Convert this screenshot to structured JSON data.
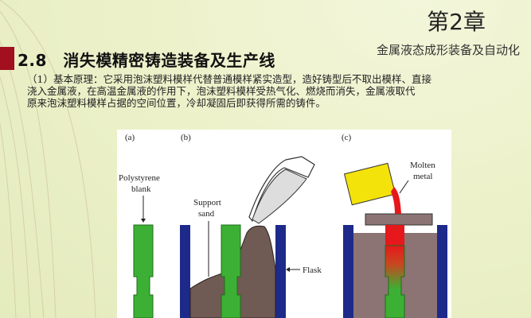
{
  "header": {
    "chapter": "第2章",
    "subtitle": "金属液态成形装备及自动化"
  },
  "section": {
    "title": "2.8　消失模精密铸造装备及生产线"
  },
  "body": {
    "lines": [
      "（1）基本原理：它采用泡沫塑料模样代替普通模样紧实造型，造好铸型后不取出模样、直接",
      "浇入金属液，在高温金属液的作用下，泡沫塑料模样受热气化、燃烧而消失，金属液取代",
      "原来泡沫塑料模样占据的空间位置，冷却凝固后即获得所需的铸件。"
    ]
  },
  "figure": {
    "panel_a_label": "(a)",
    "panel_b_label": "(b)",
    "panel_c_label": "(c)",
    "polystyrene_label_1": "Polystyrene",
    "polystyrene_label_2": "blank",
    "support_label_1": "Support",
    "support_label_2": "sand",
    "flask_label": "Flask",
    "molten_label_1": "Molten",
    "molten_label_2": "metal"
  }
}
